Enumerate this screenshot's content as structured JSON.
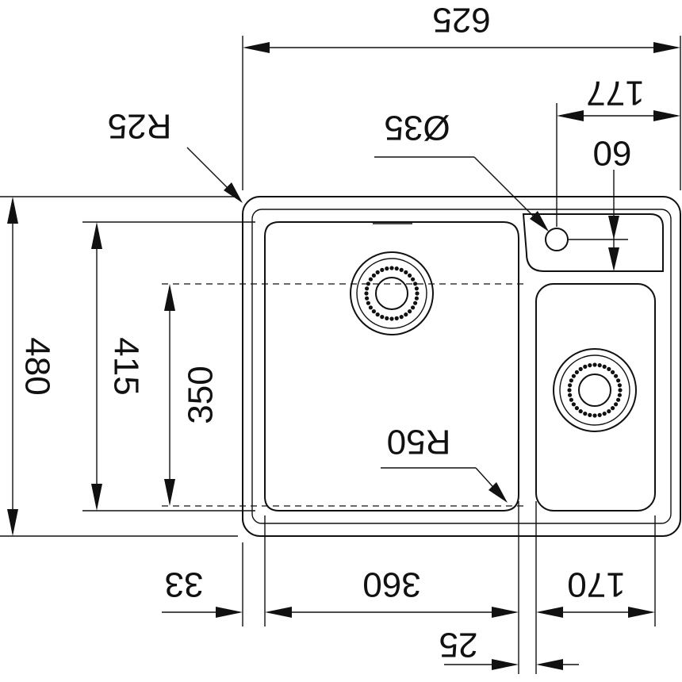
{
  "drawing": {
    "type": "technical-drawing",
    "subject": "double-bowl kitchen sink",
    "ink_color": "#111111",
    "background": "#ffffff"
  },
  "dimensions": {
    "overall_width": "625",
    "right_offset": "177",
    "tap_hole_diameter": "Ø35",
    "tap_hole_offset": "60",
    "corner_radius": "R25",
    "overall_depth": "480",
    "main_bowl_depth": "415",
    "drain_offset": "350",
    "bowl_radius": "R50",
    "left_margin": "33",
    "main_bowl_width": "360",
    "small_bowl_width": "170",
    "bowl_gap": "25"
  }
}
